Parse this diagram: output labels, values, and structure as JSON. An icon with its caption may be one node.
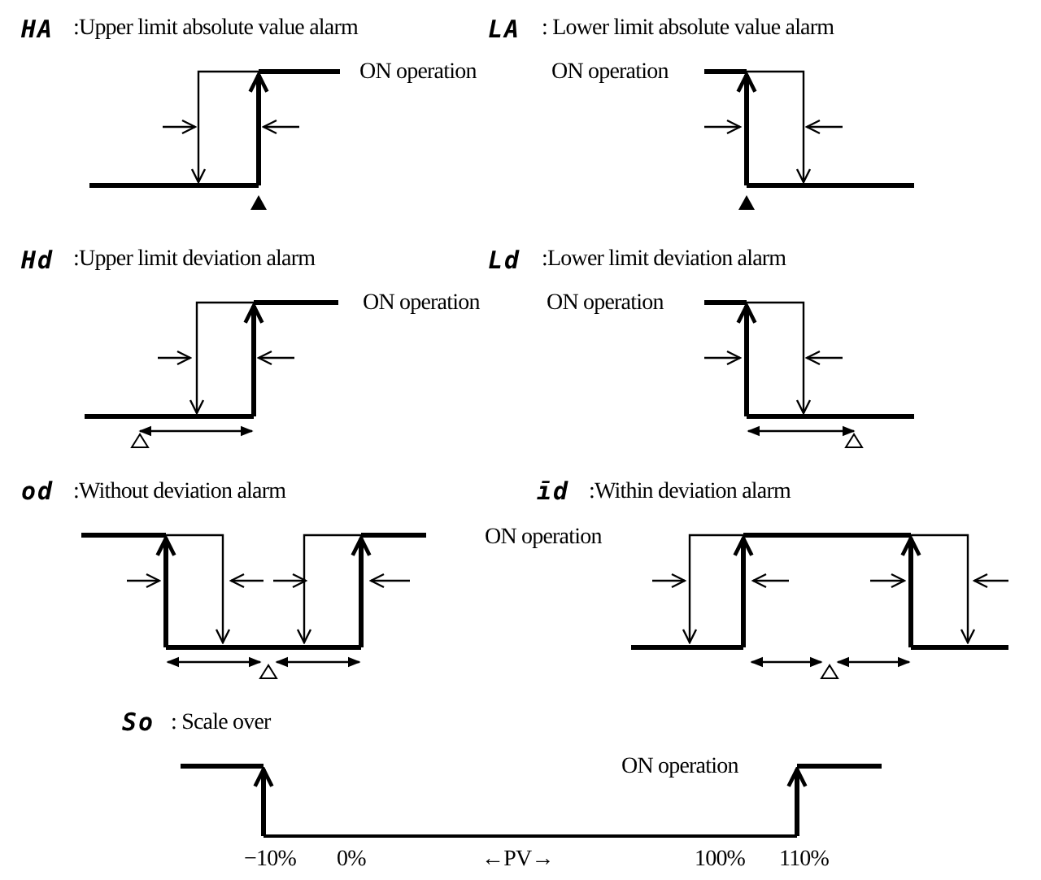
{
  "diagram": {
    "labels": [
      "HA",
      ":Upper limit absolute value alarm",
      "LA",
      ": Lower limit absolute value alarm",
      "ON operation",
      "ON operation",
      "Hd",
      ":Upper limit deviation alarm",
      "Ld",
      ":Lower limit deviation alarm",
      "ON operation",
      "ON operation",
      "od",
      ":Without deviation alarm",
      "īd",
      ":Within deviation alarm",
      "ON operation",
      "So",
      ": Scale over",
      "ON operation",
      "−10%",
      "0%",
      "←PV→",
      "100%",
      "110%"
    ]
  }
}
